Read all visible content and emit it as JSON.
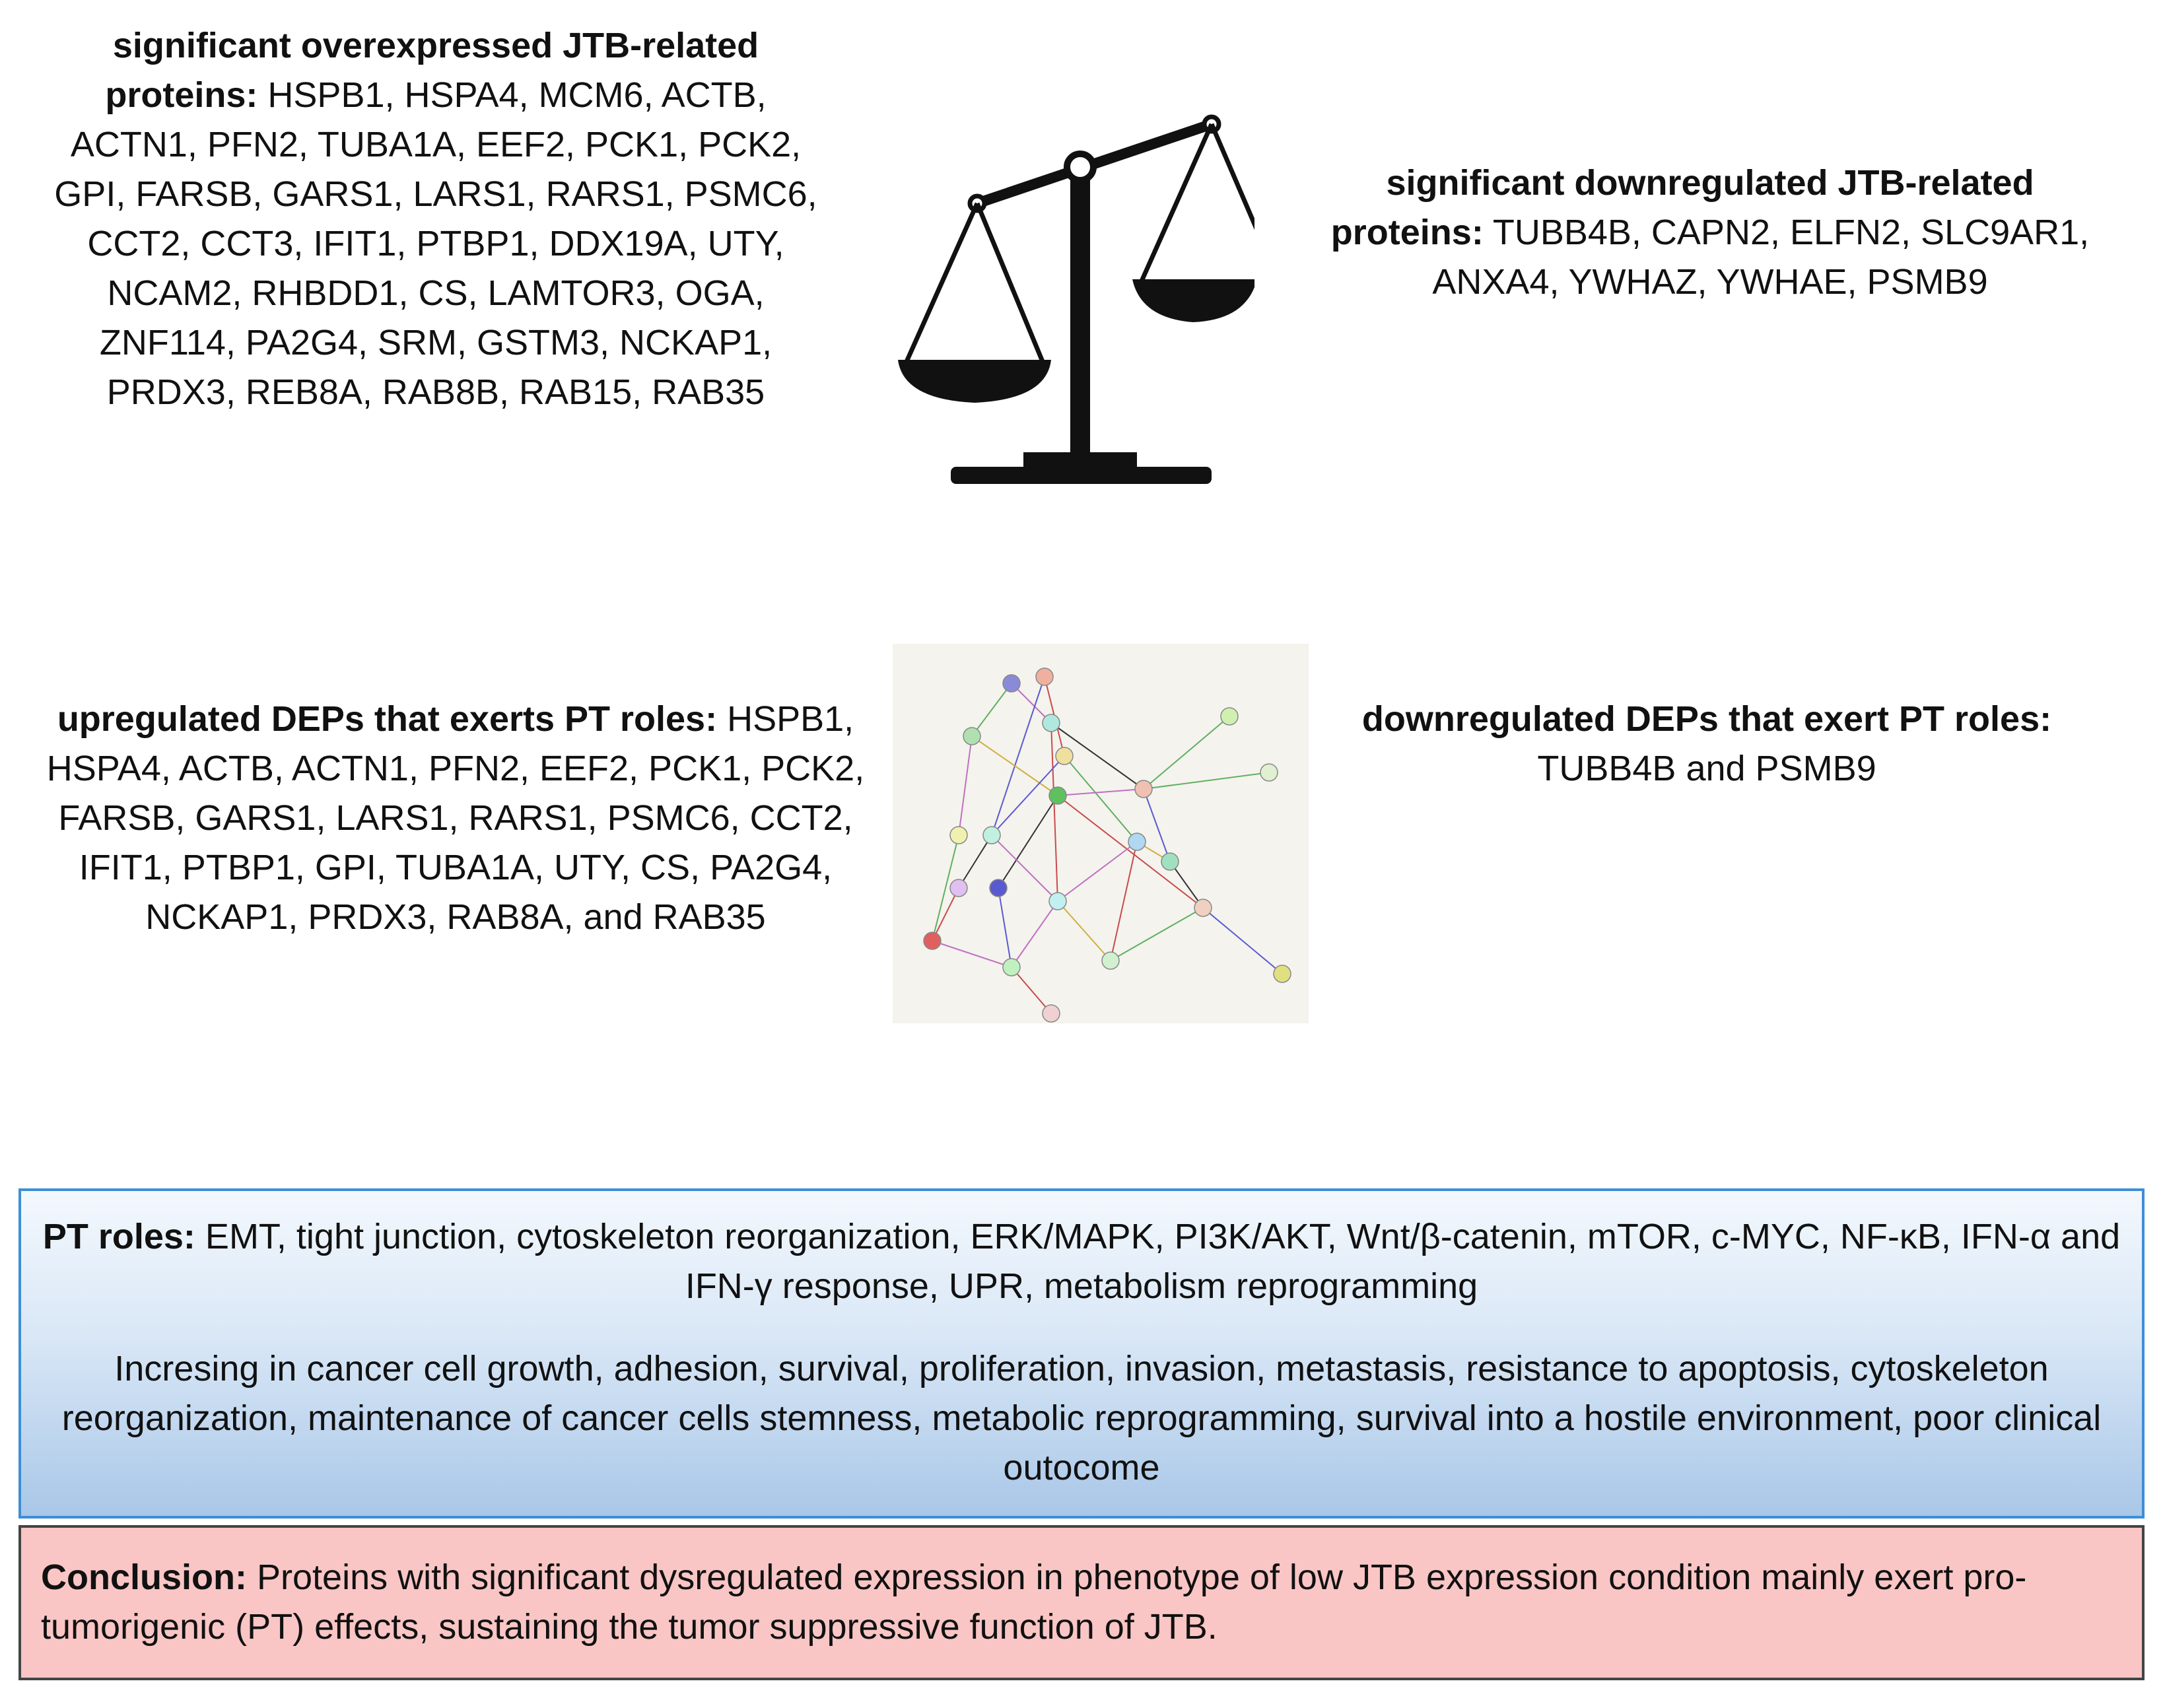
{
  "overexpressed": {
    "label": "significant overexpressed JTB-related proteins:",
    "list": "HSPB1, HSPA4, MCM6, ACTB, ACTN1, PFN2, TUBA1A, EEF2, PCK1, PCK2, GPI, FARSB, GARS1, LARS1, RARS1, PSMC6, CCT2, CCT3, IFIT1, PTBP1, DDX19A, UTY, NCAM2, RHBDD1, CS, LAMTOR3, OGA, ZNF114, PA2G4, SRM, GSTM3, NCKAP1, PRDX3, REB8A, RAB8B, RAB15, RAB35"
  },
  "downregulated": {
    "label": "significant downregulated JTB-related proteins:",
    "list": "TUBB4B, CAPN2, ELFN2, SLC9AR1, ANXA4, YWHAZ, YWHAE, PSMB9"
  },
  "up_deps": {
    "label": "upregulated DEPs that exerts PT roles:",
    "list": "HSPB1, HSPA4, ACTB, ACTN1, PFN2, EEF2, PCK1, PCK2, FARSB, GARS1, LARS1, RARS1, PSMC6, CCT2, IFIT1, PTBP1, GPI, TUBA1A, UTY, CS, PA2G4, NCKAP1, PRDX3, RAB8A, and RAB35"
  },
  "down_deps": {
    "label": "downregulated DEPs that exert PT roles:",
    "list": "TUBB4B and PSMB9"
  },
  "pt_roles": {
    "label": "PT roles:",
    "list": "EMT, tight junction, cytoskeleton reorganization, ERK/MAPK, PI3K/AKT, Wnt/β-catenin, mTOR, c-MYC, NF-κB, IFN-α and IFN-γ response, UPR, metabolism reprogramming",
    "effects": "Incresing in cancer cell growth, adhesion, survival, proliferation, invasion, metastasis, resistance to apoptosis, cytoskeleton reorganization, maintenance of cancer cells stemness, metabolic reprogramming, survival into a hostile environment, poor clinical outocome"
  },
  "conclusion": {
    "label": "Conclusion:",
    "text": "Proteins with significant dysregulated expression in phenotype of low JTB expression condition mainly exert pro-tumorigenic (PT) effects, sustaining the tumor suppressive function of JTB."
  },
  "icons": [
    "balance-scale-icon",
    "protein-network-image"
  ],
  "colors": {
    "pt_box_border": "#3e8ed6",
    "conclusion_bg": "#f9c5c5"
  }
}
